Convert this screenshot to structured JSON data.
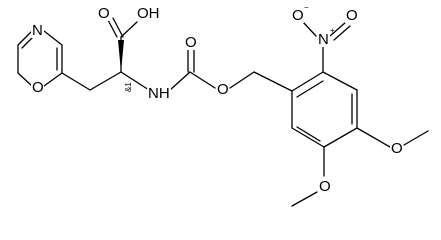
{
  "labels": {
    "oxazole_n": "N",
    "oxazole_o": "O",
    "acid_o": "O",
    "acid_oh": "OH",
    "carbamate_o": "O",
    "amide_nh": "NH",
    "stereo": "&1",
    "ester_o": "O",
    "nitro_n": "N",
    "nitro_plus": "+",
    "nitro_o_top": "O",
    "nitro_o_minus": "O",
    "minus": "−",
    "methoxy_o_right": "O",
    "methoxy_o_bottom": "O"
  },
  "colors": {
    "ink": "#000000",
    "background": "#ffffff"
  }
}
